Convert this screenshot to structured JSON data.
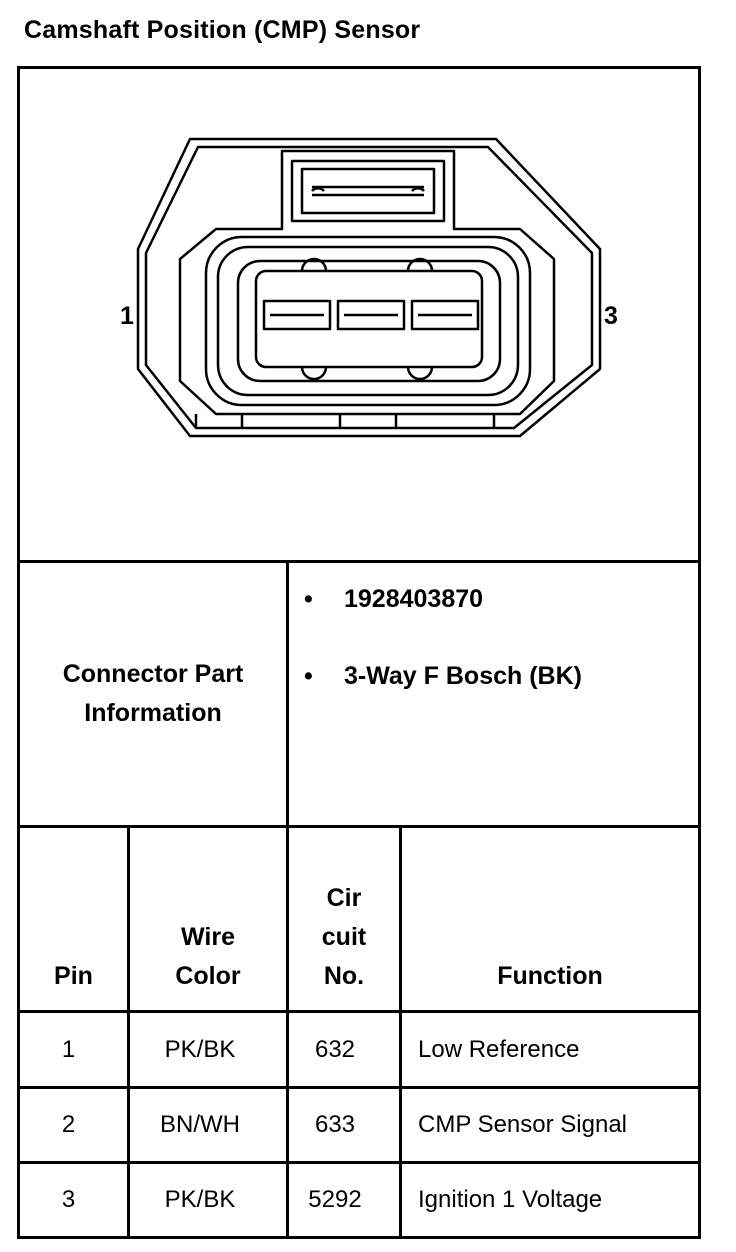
{
  "title": "Camshaft Position (CMP) Sensor",
  "diagram": {
    "left_pin_label": "1",
    "right_pin_label": "3"
  },
  "connector_info": {
    "label_line1": "Connector Part",
    "label_line2": "Information",
    "items": [
      "1928403870",
      "3-Way F Bosch (BK)"
    ],
    "bullet": "•"
  },
  "table": {
    "headers": {
      "pin": "Pin",
      "wire_color_line1": "Wire",
      "wire_color_line2": "Color",
      "circuit_line1": "Cir",
      "circuit_line2": "cuit",
      "circuit_line3": "No.",
      "function": "Function"
    },
    "rows": [
      {
        "pin": "1",
        "wire_color": "PK/BK",
        "circuit": "632",
        "function": "Low Reference"
      },
      {
        "pin": "2",
        "wire_color": "BN/WH",
        "circuit": "633",
        "function": "CMP Sensor Signal"
      },
      {
        "pin": "3",
        "wire_color": "PK/BK",
        "circuit": "5292",
        "function": "Ignition 1 Voltage"
      }
    ]
  }
}
